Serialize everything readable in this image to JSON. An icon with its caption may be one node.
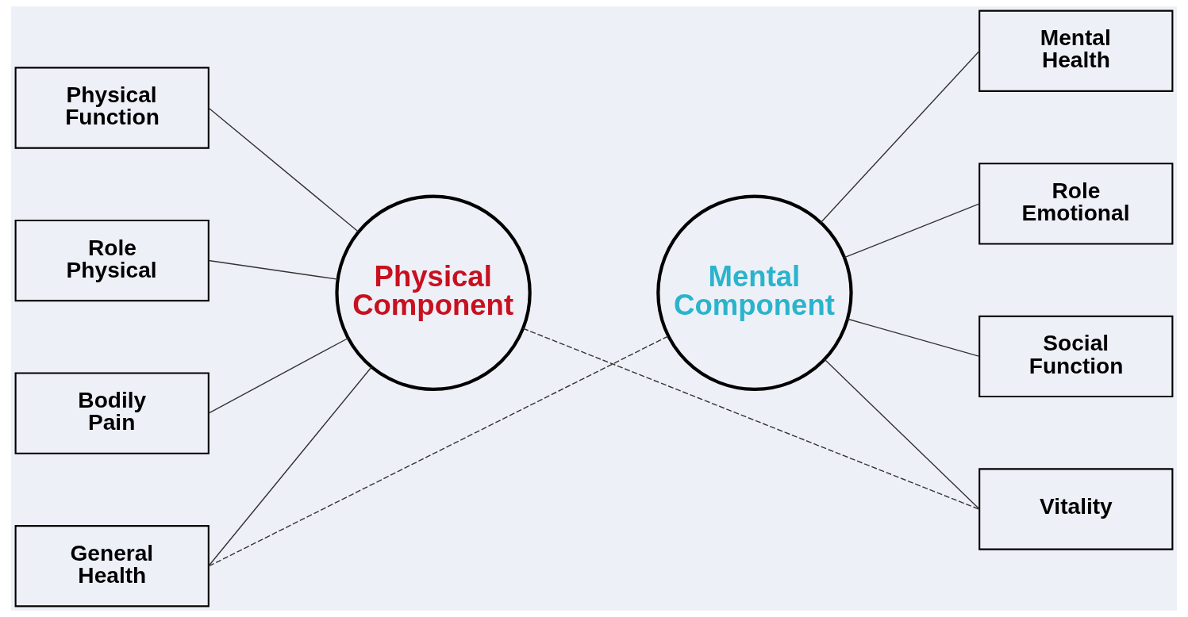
{
  "diagram": {
    "nodes": [
      {
        "text": [
          "Physical Function"
        ]
      },
      {
        "text": [
          "Role Physical"
        ]
      },
      {
        "text": [
          "Bodily Pain"
        ]
      },
      {
        "text": [
          "General Health"
        ]
      },
      {
        "text": [
          "Physical Component"
        ]
      },
      {
        "text": [
          "Mental Component"
        ]
      },
      {
        "text": [
          "Mental Health"
        ]
      },
      {
        "text": [
          "Role Emotional"
        ]
      },
      {
        "text": [
          "Social Function"
        ]
      },
      {
        "text": [
          "Vitality"
        ]
      }
    ],
    "edges": [
      {
        "from": 0,
        "to": 4,
        "arrow": "none"
      },
      {
        "from": 1,
        "to": 4,
        "arrow": "none"
      },
      {
        "from": 2,
        "to": 4,
        "arrow": "none"
      },
      {
        "from": 3,
        "to": 4,
        "arrow": "none"
      },
      {
        "from": 5,
        "to": 6,
        "arrow": "none"
      },
      {
        "from": 5,
        "to": 7,
        "arrow": "none"
      },
      {
        "from": 5,
        "to": 8,
        "arrow": "none"
      },
      {
        "from": 5,
        "to": 9,
        "arrow": "none"
      },
      {
        "from": 3,
        "to": 5,
        "arrow": "none",
        "style": "dashed"
      },
      {
        "from": 4,
        "to": 9,
        "arrow": "none",
        "style": "dashed"
      }
    ]
  }
}
